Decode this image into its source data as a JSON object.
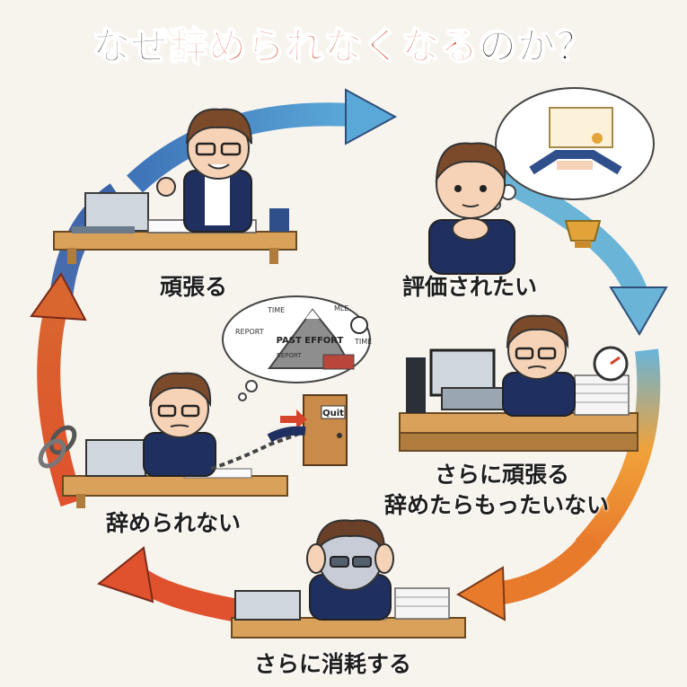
{
  "title": {
    "prefix": "なぜ",
    "highlight": "辞められなくなる",
    "suffix": "のか？"
  },
  "steps": {
    "effort": "頑張る",
    "evaluation": "評価されたい",
    "more_effort_line1": "さらに頑張る",
    "more_effort_line2": "辞めたらもったいない",
    "drain": "さらに消耗する",
    "cannot_quit": "辞められない"
  },
  "thought_bubble": {
    "peak": "PAST EFFORT",
    "words": [
      "TIME",
      "MLE",
      "REPORT",
      "TIME",
      "REPORT"
    ]
  },
  "door_sign": "Quit",
  "colors": {
    "title_highlight": "#d6452b",
    "arrow_blue": "#3f74b8",
    "arrow_light_blue": "#6ab4d8",
    "arrow_orange": "#f0a23a",
    "arrow_red": "#e0512d"
  }
}
